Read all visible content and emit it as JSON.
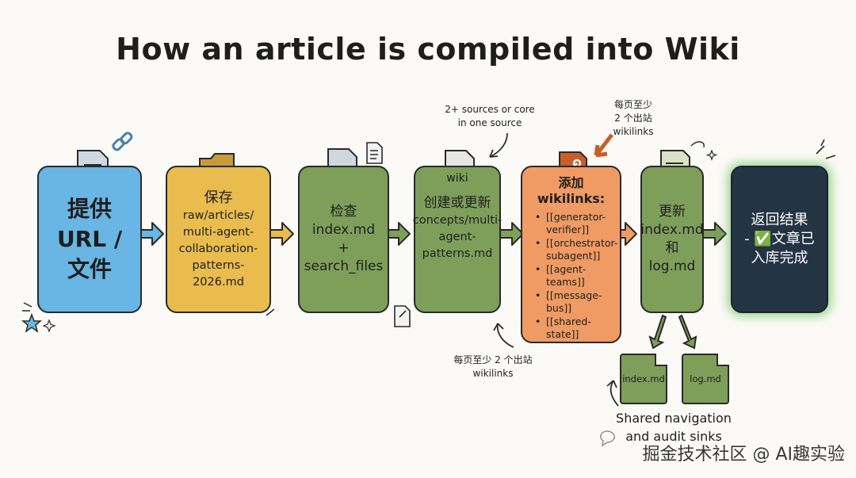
{
  "title": "How an article is compiled into Wiki",
  "cards": {
    "provide": [
      "提供",
      "URL /",
      "文件"
    ],
    "save": {
      "head": "保存",
      "lines": [
        "raw/articles/",
        "multi-agent-",
        "collaboration-",
        "patterns-2026.md"
      ]
    },
    "check": [
      "检查",
      "index.md",
      "+",
      "search_files"
    ],
    "create": {
      "label": "wiki",
      "lines": [
        "创建或更新",
        "concepts/multi-",
        "agent-",
        "patterns.md"
      ]
    },
    "add": {
      "head": "添加 wikilinks:",
      "items": [
        "[[generator-verifier]]",
        "[[orchestrator-subagent]]",
        "[[agent-teams]]",
        "[[message-bus]]",
        "[[shared-state]]"
      ]
    },
    "update": [
      "更新",
      "index.md",
      "和",
      "log.md"
    ],
    "return": [
      "返回结果",
      "- ✅文章已",
      "入库完成"
    ]
  },
  "notes": {
    "sources": [
      "2+ sources or core",
      "in one source"
    ],
    "min_links_top": [
      "每页至少",
      "2 个出站",
      "wikilinks"
    ],
    "min_links_bottom": [
      "每页至少 2 个出站",
      "wikilinks"
    ]
  },
  "files": [
    "index.md",
    "log.md"
  ],
  "sinks": [
    "Shared navigation",
    "and audit sinks"
  ],
  "watermark": "掘金技术社区 @ AI趣实验",
  "colors": {
    "blue": "#69b5e4",
    "yellow": "#e9bc4d",
    "green": "#7e9f5a",
    "orange": "#ef9b63",
    "navy": "#243444"
  }
}
